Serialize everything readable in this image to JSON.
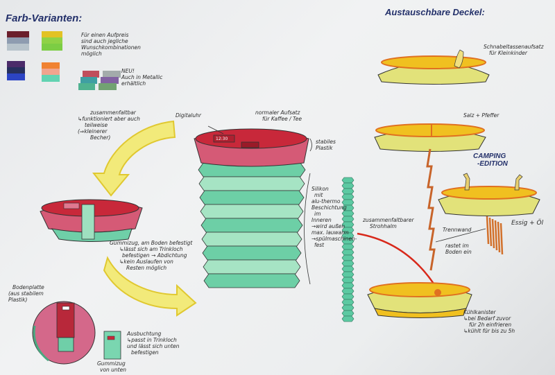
{
  "color_variants": {
    "title": "Farb-Varianten:",
    "note_lines": [
      "Für einen Aufpreis",
      "sind auch jegliche",
      "Wunschkombinationen",
      "möglich"
    ],
    "metallic_lines": [
      "NEU!",
      "Auch in Metallic",
      "erhältlich"
    ],
    "swatch_groups": [
      [
        "#6b1f2c",
        "#8e9cb0",
        "#b7c3cb"
      ],
      [
        "#e2c224",
        "#8fd246",
        "#7ccd44"
      ],
      [
        "#4b2b6a",
        "#262f5e",
        "#2c44c4"
      ],
      [
        "#f08232",
        "#f0a48e",
        "#62d3b2"
      ],
      [
        "#c04f5c",
        "#3f9fa2",
        "#4fb290"
      ],
      [
        "#a3abab",
        "#8262a2",
        "#72a272"
      ]
    ]
  },
  "cup": {
    "collapsible_lines": [
      "zusammenfaltbar",
      "↳funktioniert aber auch",
      "teilweise",
      "(⇒kleinerer",
      "Becher)"
    ],
    "digital_clock_label": "Digitaluhr",
    "clock_display": "12:30",
    "lid_label_lines": [
      "normaler Aufsatz",
      "für Kaffee / Tee"
    ],
    "stable_lines": [
      "stabiles",
      "Plastik"
    ],
    "silicone_lines": [
      "Silikon",
      "mit",
      "alu-thermo",
      "Beschichtung",
      "im",
      "Inneren",
      "→wird außen",
      "max. lauwarm",
      "→spülmaschinen-",
      "fest"
    ],
    "elastic_lines": [
      "Gummizug, am Boden befestigt",
      "↳lässt sich am Trinkloch",
      "befestigen → Abdichtung",
      "↳kein Auslaufen von",
      "Resten möglich"
    ]
  },
  "base_plate": {
    "label_lines": [
      "Bodenplatte",
      "(aus stabilem",
      "Plastik)"
    ],
    "bulge_lines": [
      "Ausbuchtung",
      "↳passt in Trinkloch",
      "und lässt sich unten",
      "befestigen"
    ],
    "elastic_bottom_lines": [
      "Gummizug",
      "von unten"
    ]
  },
  "straw": {
    "label_lines": [
      "zusammenfaltbarer",
      "Strohhalm"
    ]
  },
  "lids": {
    "title": "Austauschbare Deckel:",
    "sippy_lines": [
      "Schnabeltassenaufsatz",
      "für Kleinkinder"
    ],
    "salt_pepper": "Salz + Pfeffer",
    "camping_lines": [
      "CAMPING",
      "-EDITION"
    ],
    "vinegar_oil": "Essig + Öl",
    "divider_label": "Trennwand",
    "divider_note_lines": [
      "rastet im",
      "Boden ein"
    ],
    "cooler_lines": [
      "Kühlkanister",
      "↳bei Bedarf zuvor",
      "für 2h einfrieren",
      "↳kühlt für bis zu 5h"
    ]
  }
}
